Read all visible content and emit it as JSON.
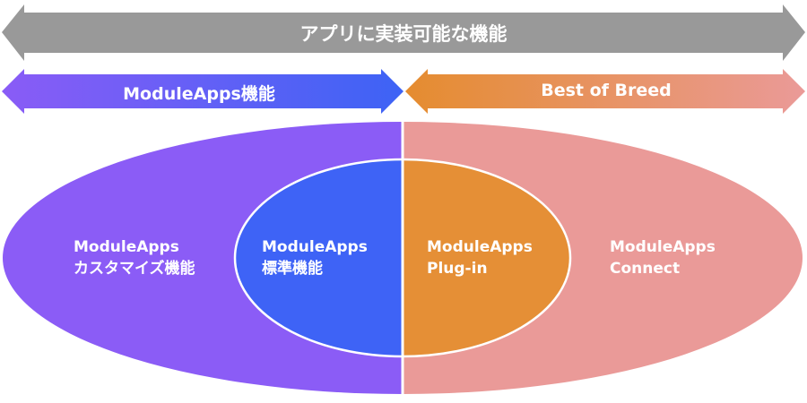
{
  "top_arrow": {
    "label": "アプリに実装可能な機能",
    "color": "#999999"
  },
  "left_arrow": {
    "label": "ModuleApps機能",
    "color_start": "#8a5cf6",
    "color_end": "#3d63f5"
  },
  "right_arrow": {
    "label": "Best of Breed",
    "color_start": "#e58c2f",
    "color_end": "#ea9a98"
  },
  "areas": {
    "outer_left": {
      "line1": "ModuleApps",
      "line2": "カスタマイズ機能",
      "color": "#8b5cf6"
    },
    "inner_left": {
      "line1": "ModuleApps",
      "line2": "標準機能",
      "color": "#3e63f6"
    },
    "inner_right": {
      "line1": "ModuleApps",
      "line2": "Plug-in",
      "color": "#e58f36"
    },
    "outer_right": {
      "line1": "ModuleApps",
      "line2": "Connect",
      "color": "#ea9a98"
    }
  }
}
